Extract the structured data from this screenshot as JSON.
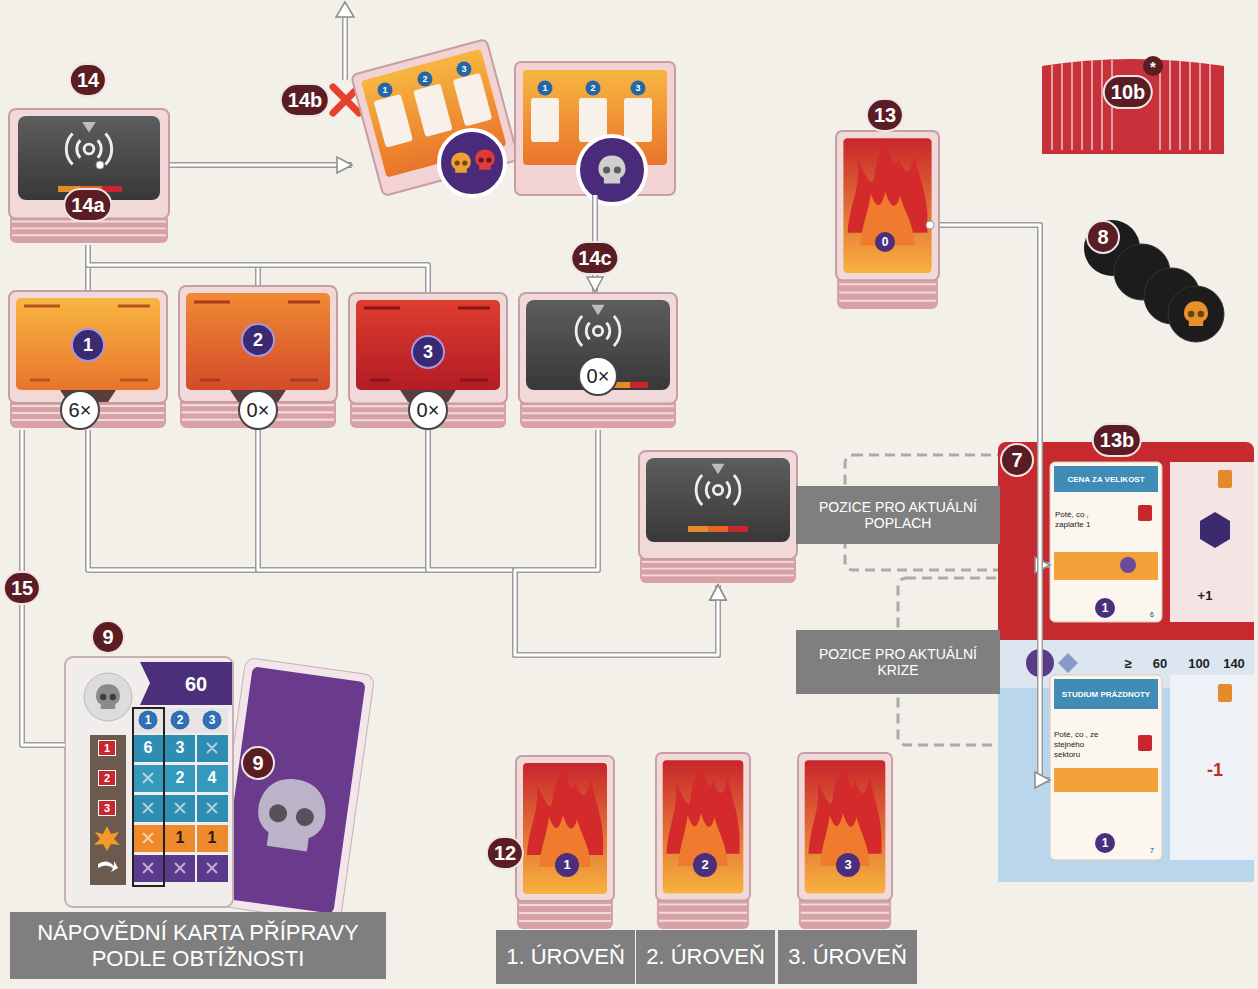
{
  "diagram": {
    "nodes": [
      {
        "text": [
          "14a"
        ]
      },
      {
        "text": [
          "1",
          "2",
          "3"
        ]
      },
      {
        "text": [
          "1",
          "2",
          "3"
        ]
      },
      {
        "text": [
          "0"
        ]
      },
      {
        "text": [
          "1",
          "6×"
        ]
      },
      {
        "text": [
          "2",
          "0×"
        ]
      },
      {
        "text": [
          "3",
          "0×"
        ]
      },
      {
        "text": [
          "0×"
        ]
      },
      {
        "text": []
      },
      {
        "text": [
          "POZICE PRO AKTUÁLNÍ POPLACH"
        ]
      },
      {
        "text": [
          "POZICE PRO AKTUÁLNÍ KRIZE"
        ]
      },
      {
        "text": [
          "≥",
          "60",
          "100",
          "140",
          "+1",
          "-1"
        ]
      },
      {
        "text": [
          "CENA ZA VELIKOST",
          "Poté, co , zaplaťte 1",
          "1",
          "6"
        ],
        "in": 11
      },
      {
        "text": [
          "STUDIUM PRÁZDNOTY",
          "Poté, co , ze stejného sektoru",
          "1",
          "7"
        ],
        "in": 11
      },
      {
        "text": [
          "60"
        ]
      },
      {
        "text": [
          "NÁPOVĚDNÍ KARTA PŘÍPRAVY PODLE OBTÍŽNOSTI"
        ]
      },
      {
        "text": [
          "1"
        ]
      },
      {
        "text": [
          "2"
        ]
      },
      {
        "text": [
          "3"
        ]
      },
      {
        "text": [
          "1. ÚROVEŇ"
        ]
      },
      {
        "text": [
          "2. ÚROVEŇ"
        ]
      },
      {
        "text": [
          "3. ÚROVEŇ"
        ]
      }
    ],
    "edges": [
      {
        "from": 0,
        "to": 1,
        "arrow": "to"
      },
      {
        "from": 0,
        "to": 4,
        "arrow": "none"
      },
      {
        "from": 0,
        "to": 5,
        "arrow": "none"
      },
      {
        "from": 0,
        "to": 6,
        "arrow": "none"
      },
      {
        "from": 2,
        "to": 7,
        "label": "14c",
        "arrow": "to"
      },
      {
        "from": 4,
        "to": 8,
        "arrow": "to"
      },
      {
        "from": 5,
        "to": 8,
        "arrow": "to"
      },
      {
        "from": 6,
        "to": 8,
        "arrow": "to"
      },
      {
        "from": 7,
        "to": 8,
        "arrow": "to"
      },
      {
        "from": 4,
        "to": 14,
        "label": "15",
        "arrow": "none"
      },
      {
        "from": 3,
        "to": 12,
        "arrow": "to"
      },
      {
        "from": 3,
        "to": 13,
        "arrow": "to"
      }
    ],
    "labels": [
      "14",
      "14b",
      "10b",
      "*",
      "13",
      "8",
      "7",
      "13b",
      "9",
      "9",
      "12",
      "1",
      "2",
      "3",
      "1",
      "2",
      "3",
      "6",
      "3",
      "2",
      "4",
      "1",
      "1"
    ]
  }
}
